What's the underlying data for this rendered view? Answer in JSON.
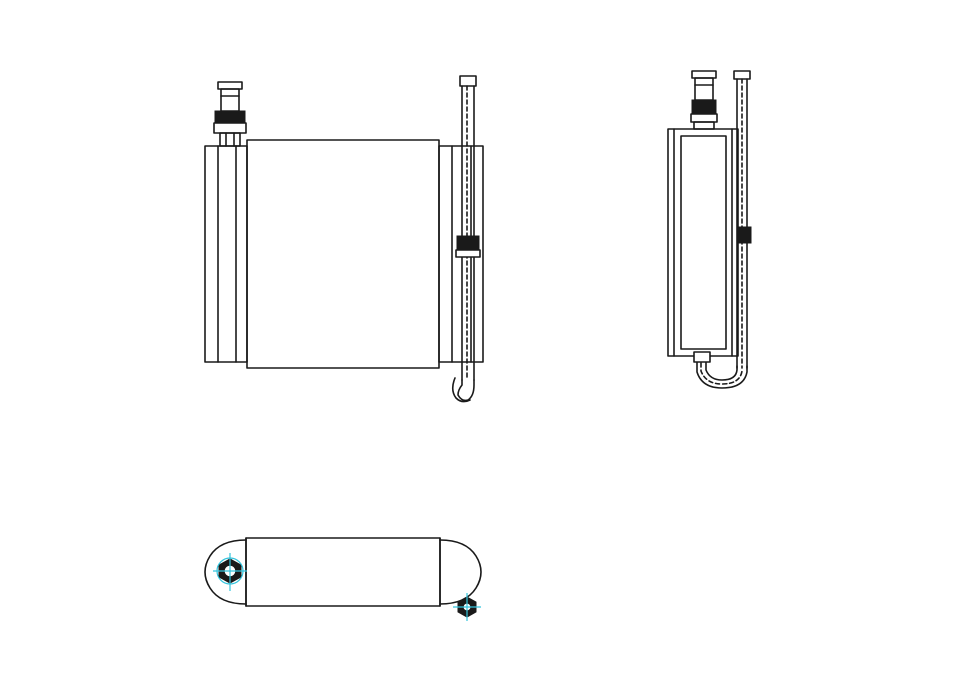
{
  "drawing": {
    "views": [
      {
        "id": "front-view",
        "kind": "heater core front elevation"
      },
      {
        "id": "side-view",
        "kind": "heater core side elevation"
      },
      {
        "id": "top-view",
        "kind": "heater core plan view"
      }
    ],
    "colors": {
      "background": "#ffffff",
      "line": "#1a1a1a",
      "fill_dark": "#1a1a1a",
      "centre_mark": "#33c4dd"
    }
  }
}
